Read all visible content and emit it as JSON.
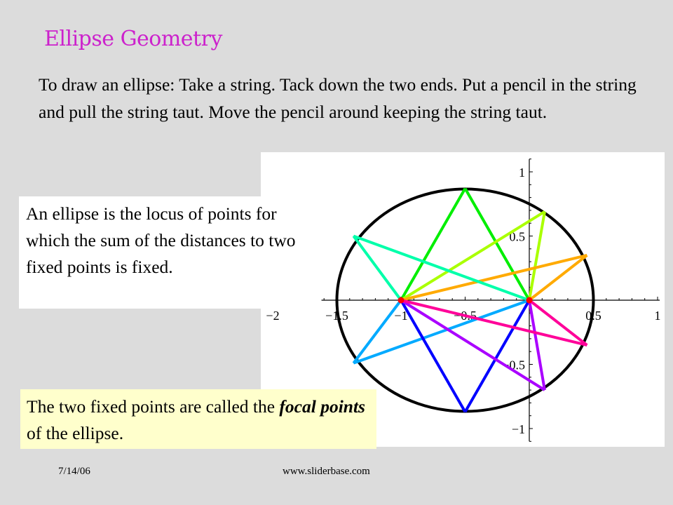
{
  "slide": {
    "title": "Ellipse Geometry",
    "intro": "To draw an ellipse: Take a string. Tack down the two ends. Put a pencil in the string and pull the string taut. Move the pencil around keeping the string taut.",
    "locus_text": "An ellipse is the locus of points for which the sum of the distances to two fixed points is fixed.",
    "focal_prefix": "The two fixed points are called the ",
    "focal_term": "focal points",
    "focal_suffix": " of the ellipse.",
    "date": "7/14/06",
    "url": "www.sliderbase.com"
  },
  "chart_data": {
    "type": "diagram",
    "ellipse": {
      "center": [
        -0.5,
        0
      ],
      "a": 1.0,
      "b": 0.866
    },
    "foci": [
      [
        -1,
        0
      ],
      [
        0,
        0
      ]
    ],
    "focus_color": "#ff0000",
    "x_ticks": [
      "-2",
      "-1.5",
      "-1",
      "-0.5",
      "0.5",
      "1"
    ],
    "x_tick_values": [
      -2,
      -1.5,
      -1,
      -0.5,
      0.5,
      1
    ],
    "y_ticks": [
      "1",
      "0.5",
      "-0.5",
      "-1"
    ],
    "y_tick_values": [
      1,
      0.5,
      -0.5,
      -1
    ],
    "strings": [
      {
        "point": [
          -0.5,
          0.87
        ],
        "color": "#00ee00"
      },
      {
        "point": [
          0.12,
          0.69
        ],
        "color": "#aaff00"
      },
      {
        "point": [
          0.45,
          0.35
        ],
        "color": "#ffaa00"
      },
      {
        "point": [
          -1.37,
          0.5
        ],
        "color": "#00ffaa"
      },
      {
        "point": [
          -1.37,
          -0.49
        ],
        "color": "#00aaff"
      },
      {
        "point": [
          -0.5,
          -0.87
        ],
        "color": "#0000ff"
      },
      {
        "point": [
          0.12,
          -0.7
        ],
        "color": "#aa00ff"
      },
      {
        "point": [
          0.45,
          -0.35
        ],
        "color": "#ff0099"
      }
    ]
  }
}
